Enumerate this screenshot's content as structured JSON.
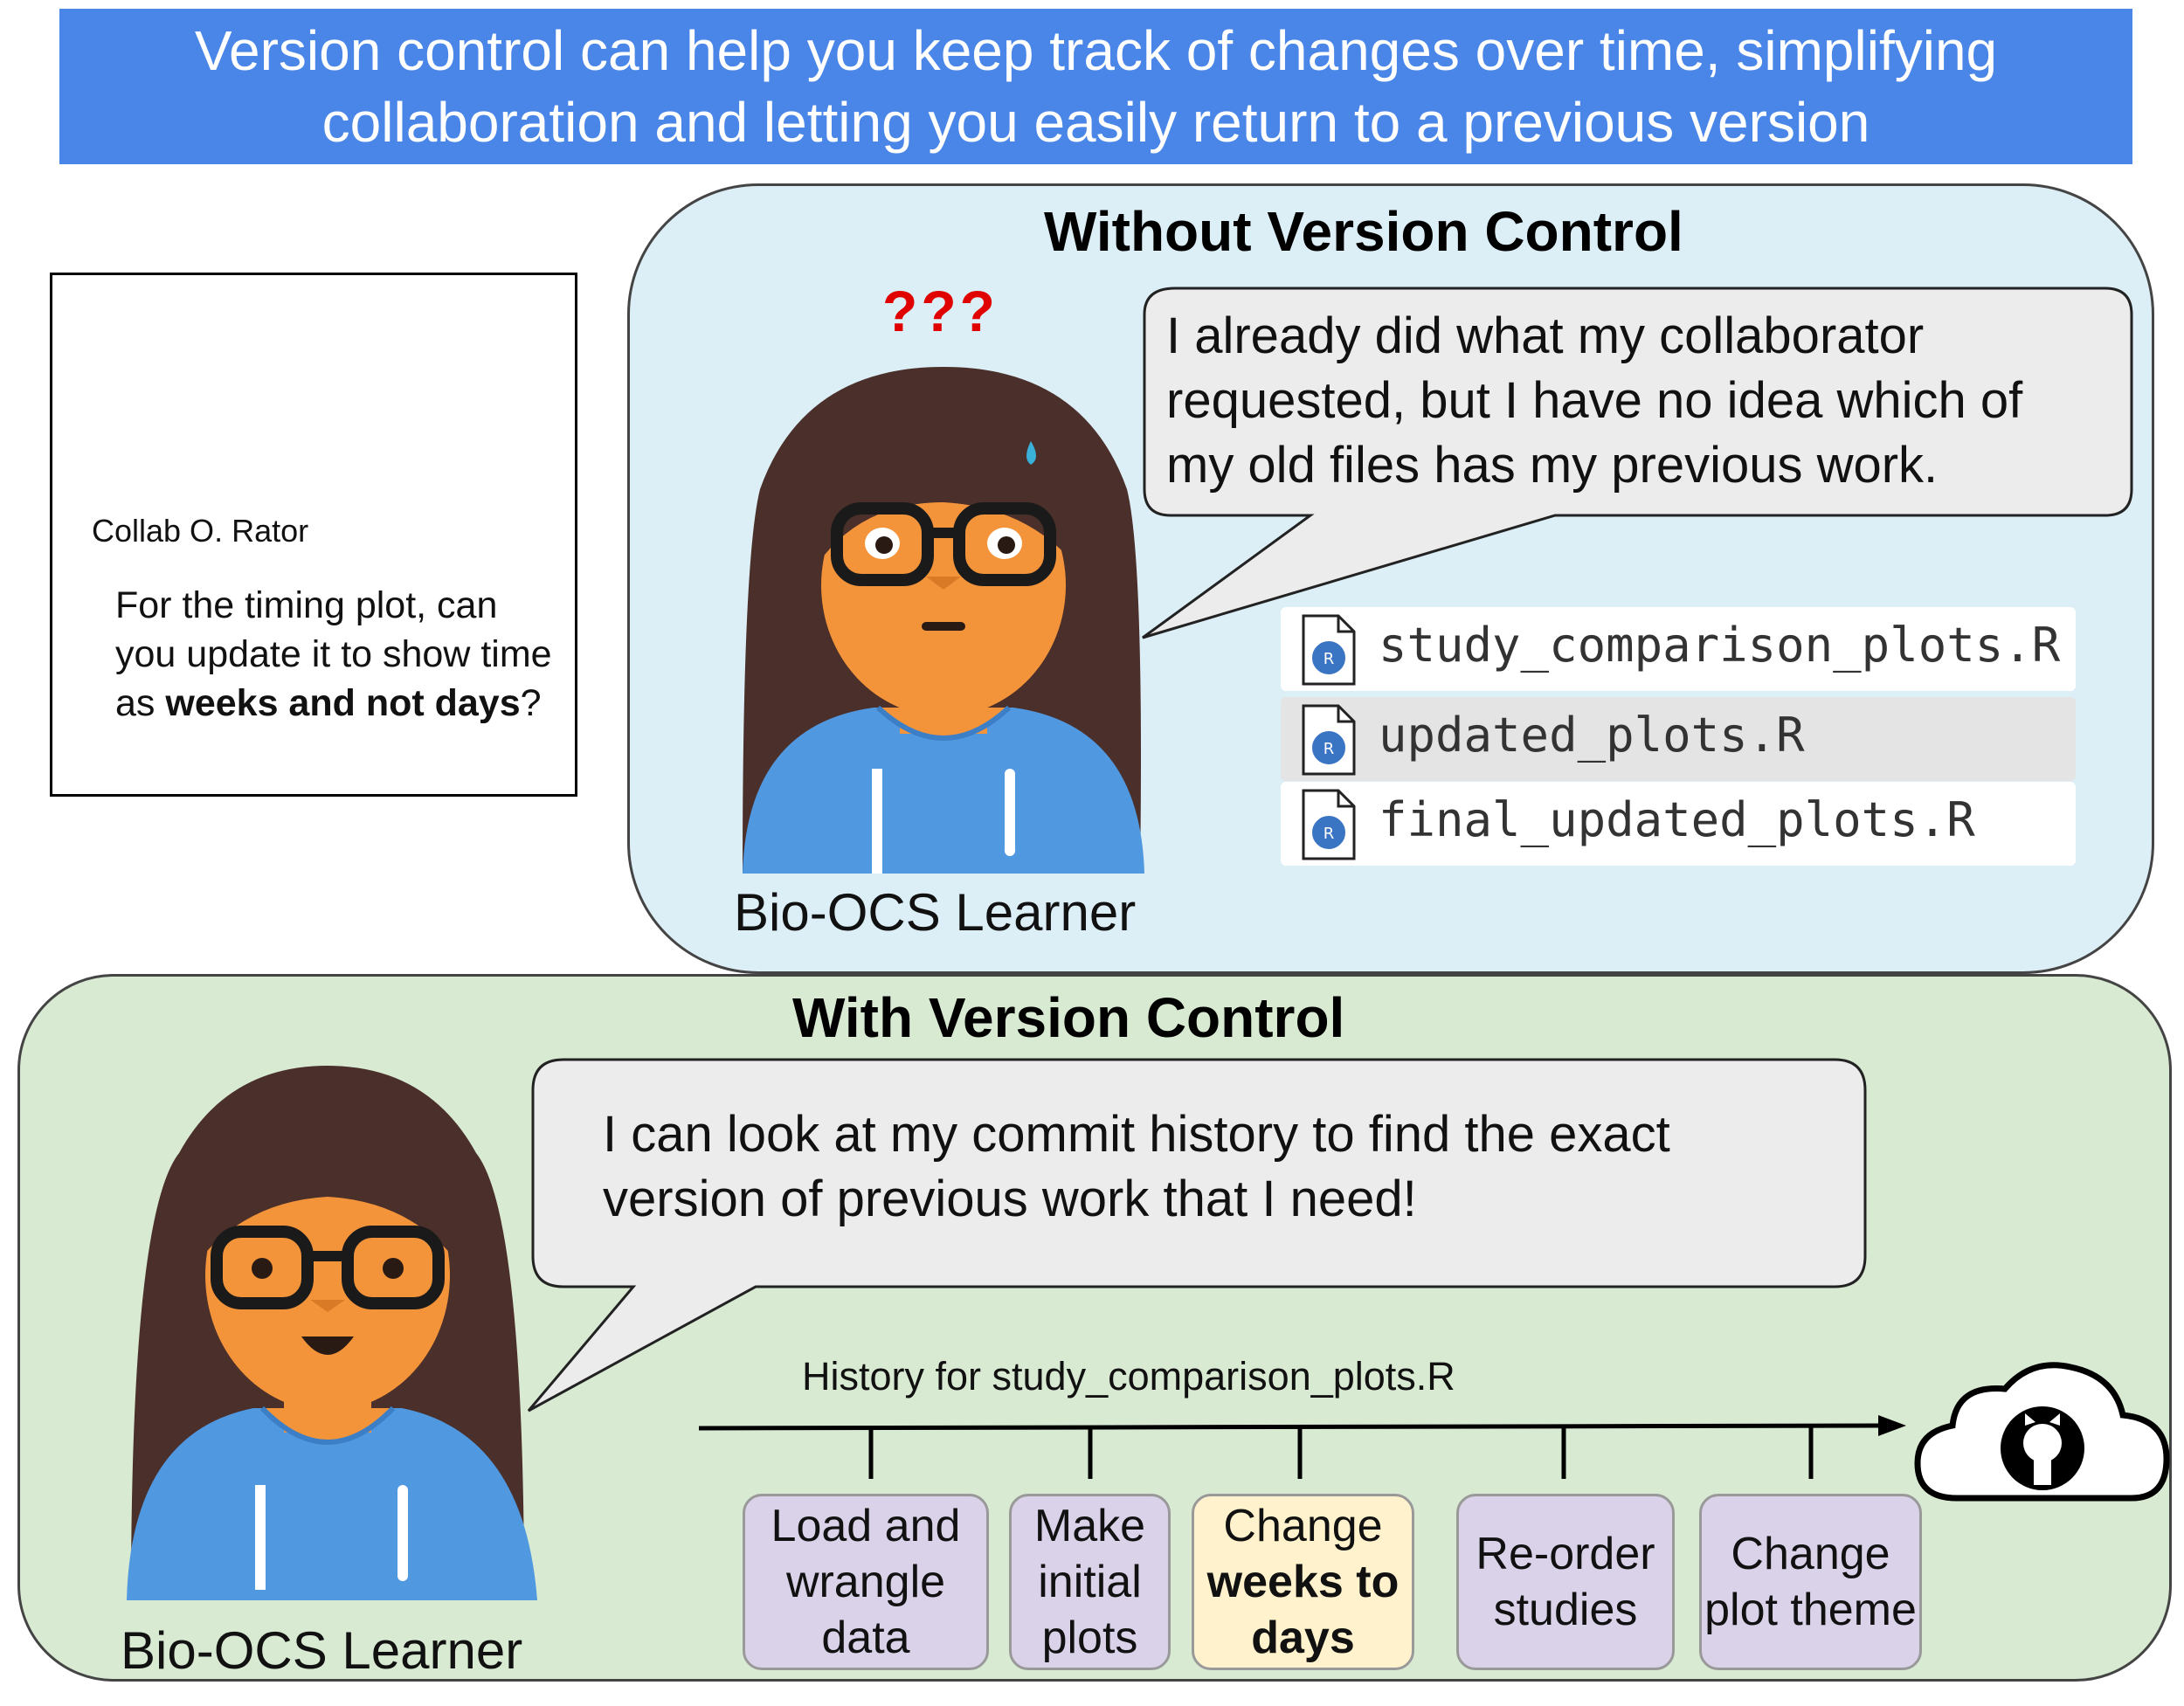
{
  "banner": {
    "line1": "Version control can help you keep track of changes over time, simplifying",
    "line2": "collaboration and letting you easily return to a previous version"
  },
  "email_card": {
    "name": "Collab O. Rator",
    "message_part1": "For the timing plot, can you update it to show time as ",
    "message_bold": "weeks and not days",
    "message_part2": "?"
  },
  "without_panel": {
    "title": "Without Version Control",
    "confusion_mark": "???",
    "bubble_lines": [
      "I already did what my collaborator",
      "requested, but I have no idea which of",
      "my old files has my previous work."
    ],
    "learner_label": "Bio-OCS Learner",
    "file_icon_letter": "R",
    "files": [
      "study_comparison_plots.R",
      "updated_plots.R",
      "final_updated_plots.R"
    ]
  },
  "with_panel": {
    "title": "With Version Control",
    "bubble_lines": [
      "I can look at my commit history to find the exact",
      "version of previous work that I need!"
    ],
    "learner_label": "Bio-OCS Learner",
    "history_label": "History for study_comparison_plots.R",
    "commits": [
      {
        "lines": [
          "Load and",
          "wrangle",
          "data"
        ]
      },
      {
        "lines": [
          "Make",
          "initial",
          "plots"
        ]
      },
      {
        "lines": [
          "Change"
        ],
        "bold_lines": [
          "weeks to",
          "days"
        ]
      },
      {
        "lines": [
          "Re-order",
          "studies"
        ]
      },
      {
        "lines": [
          "Change",
          "plot theme"
        ]
      }
    ]
  },
  "icons": [
    "envelope-icon",
    "r-file-icon",
    "github-cloud-icon",
    "sweat-drop-icon"
  ],
  "colors": {
    "banner": "#4a86e8",
    "without_bg": "#dceef6",
    "with_bg": "#d9ead3",
    "commit_bg": "#d9d2e9",
    "commit_highlight": "#fff2cc",
    "confusion": "#e00000",
    "hair": "#4a2f2a",
    "skin": "#f4943a",
    "hoodie": "#5098e0"
  }
}
